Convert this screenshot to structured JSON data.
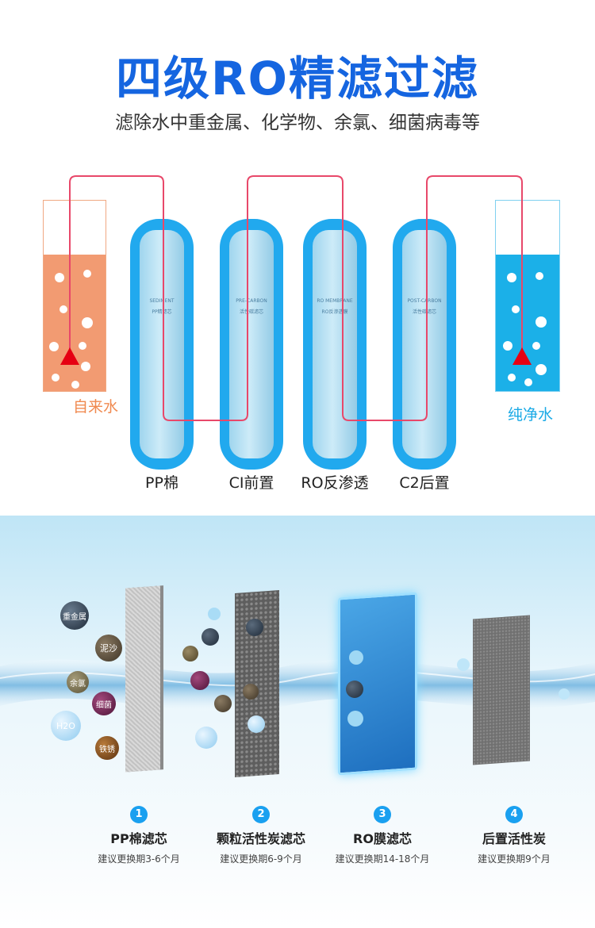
{
  "header": {
    "title": "四级RO精滤过滤",
    "subtitle": "滤除水中重金属、化学物、余氯、细菌病毒等"
  },
  "diagram": {
    "left_tank_label": "自来水",
    "right_tank_label": "纯净水",
    "cartridges": [
      {
        "label": "PP棉",
        "print_en": "SEDIMENT",
        "print_cn": "PP精滤芯"
      },
      {
        "label": "CI前置",
        "print_en": "PRE-CARBON",
        "print_cn": "活性碳滤芯"
      },
      {
        "label": "RO反渗透",
        "print_en": "RO MEMBRANE",
        "print_cn": "RO反渗透膜"
      },
      {
        "label": "C2后置",
        "print_en": "POST-CARBON",
        "print_cn": "活性碳滤芯"
      }
    ],
    "colors": {
      "tap_water": "#f29b72",
      "pure_water": "#1bb0e8",
      "pipe": "#e8486a",
      "cartridge_bg": "#21a9ee"
    }
  },
  "stages": [
    {
      "num": "1",
      "name": "PP棉滤芯",
      "sub": "建议更换期3-6个月"
    },
    {
      "num": "2",
      "name": "颗粒活性炭滤芯",
      "sub": "建议更换期6-9个月"
    },
    {
      "num": "3",
      "name": "RO膜滤芯",
      "sub": "建议更换期14-18个月"
    },
    {
      "num": "4",
      "name": "后置活性炭",
      "sub": "建议更换期9个月"
    }
  ],
  "particles": {
    "heavy_metal": "重金属",
    "sand": "泥沙",
    "chlorine": "余氯",
    "bacteria": "细菌",
    "h2o": "H2O",
    "rust": "铁锈"
  }
}
